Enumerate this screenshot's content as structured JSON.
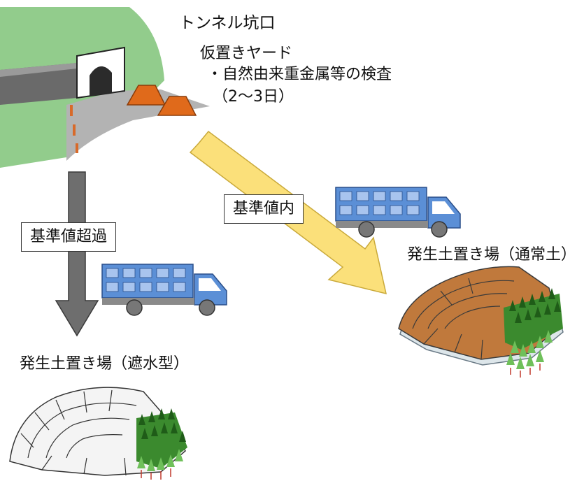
{
  "labels": {
    "tunnel_portal": "トンネル坑口",
    "temp_yard": "仮置きヤード",
    "inspection": "・自然由来重金属等の検査",
    "duration": "（2～3日）",
    "exceeds_standard": "基準値超過",
    "within_standard": "基準値内",
    "normal_disposal": "発生土置き場（通常土）",
    "sealed_disposal": "発生土置き場（遮水型）"
  },
  "colors": {
    "hill_green": "#8fc98a",
    "tunnel_gray": "#6b6b6b",
    "soil_pile": "#e06a1b",
    "arrow_gray": "#6e6e6e",
    "arrow_yellow": "#fbe07a",
    "truck_blue": "#5b8fd6",
    "mound_brown": "#c0793c",
    "tree_green": "#3b8a2e"
  }
}
